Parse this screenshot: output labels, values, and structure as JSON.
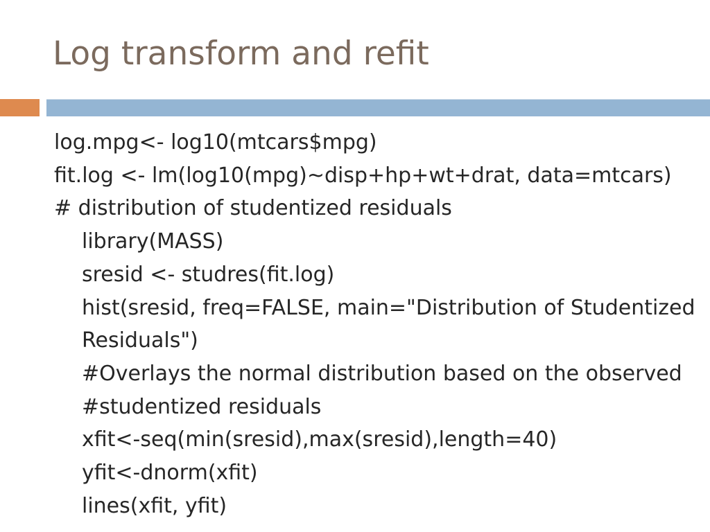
{
  "slide": {
    "title": "Log transform and refit",
    "colors": {
      "background": "#ffffff",
      "title": "#7b6a5d",
      "accent_orange": "#de8a4f",
      "accent_blue": "#94b5d3",
      "accent_blue_edge": "#c2d4e4",
      "body_text": "#262626"
    },
    "code_lines": [
      {
        "text": "log.mpg<- log10(mtcars$mpg)",
        "indent": 0
      },
      {
        "text": "fit.log <- lm(log10(mpg)~disp+hp+wt+drat, data=mtcars)",
        "indent": 0
      },
      {
        "text": "# distribution of studentized residuals",
        "indent": 0
      },
      {
        "text": "library(MASS)",
        "indent": 1
      },
      {
        "text": "sresid <- studres(fit.log)",
        "indent": 1
      },
      {
        "text": "hist(sresid, freq=FALSE, main=\"Distribution of Studentized",
        "indent": 1
      },
      {
        "text": "Residuals\")",
        "indent": 1
      },
      {
        "text": "#Overlays the normal distribution based on the observed",
        "indent": 1
      },
      {
        "text": "#studentized residuals",
        "indent": 1
      },
      {
        "text": "xfit<-seq(min(sresid),max(sresid),length=40)",
        "indent": 1
      },
      {
        "text": "yfit<-dnorm(xfit)",
        "indent": 1
      },
      {
        "text": "lines(xfit, yfit)",
        "indent": 1
      }
    ]
  }
}
